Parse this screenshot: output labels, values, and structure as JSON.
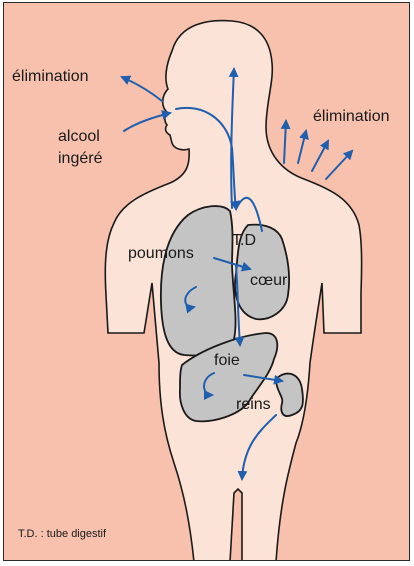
{
  "labels": {
    "elimination_left": "élimination",
    "elimination_right": "élimination",
    "alcool_line1": "alcool",
    "alcool_line2": "ingéré",
    "td": "T.D",
    "poumons": "poumons",
    "coeur": "cœur",
    "foie": "foie",
    "reins": "reins",
    "legend_note": "T.D. : tube digestif"
  },
  "colors": {
    "background": "#f7c1ae",
    "body": "#fbe3d8",
    "organ": "#c4c4c4",
    "arrow": "#1f5fae",
    "outline": "#1a1a1a"
  }
}
